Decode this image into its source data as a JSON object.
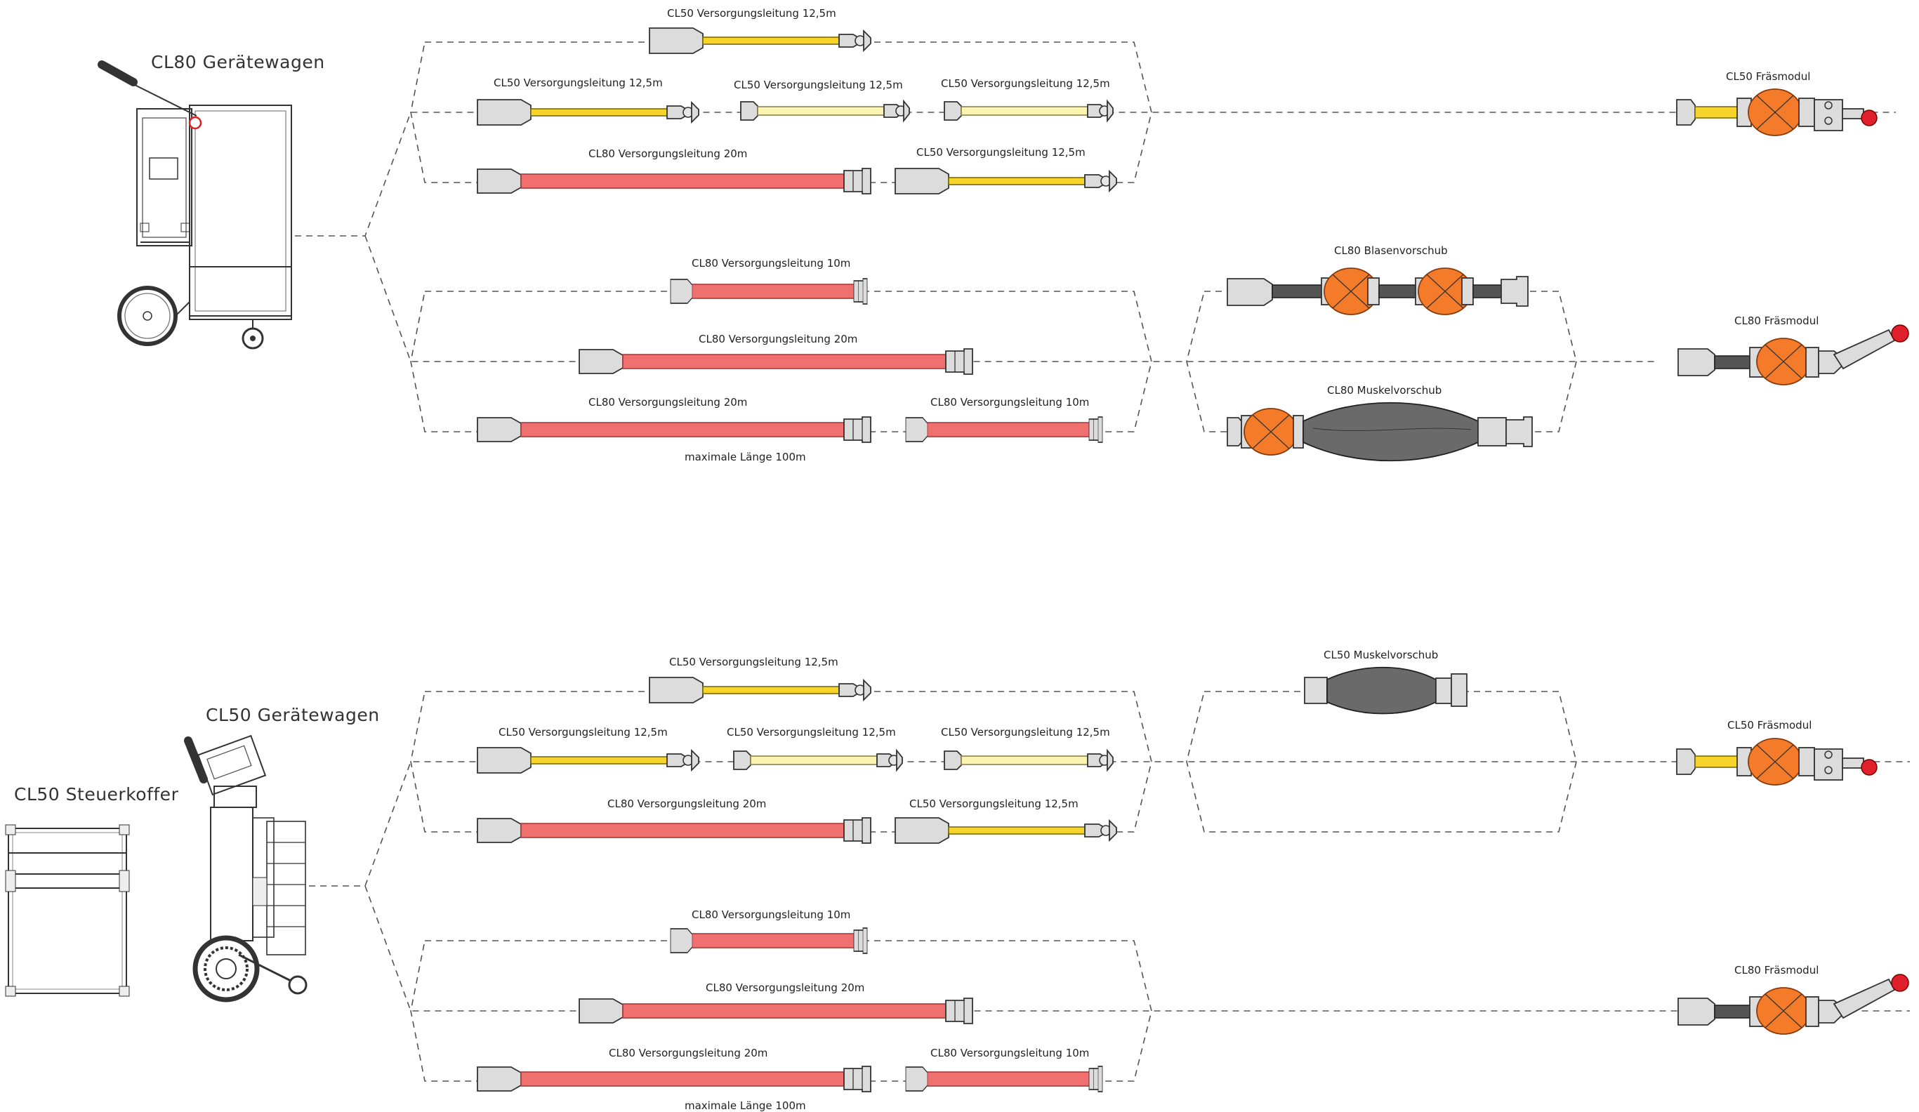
{
  "colors": {
    "red_hose": "#f07070",
    "yellow_hose": "#f7d42a",
    "light_yellow_hose": "#fbf3b0",
    "orange_module": "#f47b2a",
    "dark_body": "#555555"
  },
  "top": {
    "cart_title": "CL80 Gerätewagen",
    "hoses": {
      "cl50_a": "CL50 Versorgungsleitung 12,5m",
      "cl50_b": "CL50 Versorgungsleitung 12,5m",
      "cl50_c": "CL50 Versorgungsleitung 12,5m",
      "cl50_d": "CL50 Versorgungsleitung 12,5m",
      "cl80_20_a": "CL80 Versorgungsleitung 20m",
      "cl50_e": "CL50 Versorgungsleitung 12,5m",
      "cl80_10_a": "CL80 Versorgungsleitung 10m",
      "cl80_20_b": "CL80 Versorgungsleitung 20m",
      "cl80_20_c": "CL80 Versorgungsleitung 20m",
      "cl80_10_b": "CL80 Versorgungsleitung 10m"
    },
    "max_length": "maximale Länge 100m",
    "blasenvorschub": "CL80 Blasenvorschub",
    "muskelvorschub": "CL80 Muskelvorschub",
    "fraes_cl50": "CL50 Fräsmodul",
    "fraes_cl80": "CL80 Fräsmodul"
  },
  "bottom": {
    "cart_title": "CL50 Gerätewagen",
    "case_title": "CL50 Steuerkoffer",
    "hoses": {
      "cl50_a": "CL50 Versorgungsleitung 12,5m",
      "cl50_b": "CL50 Versorgungsleitung 12,5m",
      "cl50_c": "CL50 Versorgungsleitung 12,5m",
      "cl50_d": "CL50 Versorgungsleitung 12,5m",
      "cl80_20_a": "CL80 Versorgungsleitung 20m",
      "cl50_e": "CL50 Versorgungsleitung 12,5m",
      "cl80_10_a": "CL80 Versorgungsleitung 10m",
      "cl80_20_b": "CL80 Versorgungsleitung 20m",
      "cl80_20_c": "CL80 Versorgungsleitung 20m",
      "cl80_10_b": "CL80 Versorgungsleitung 10m"
    },
    "max_length": "maximale Länge 100m",
    "muskelvorschub": "CL50 Muskelvorschub",
    "fraes_cl50": "CL50 Fräsmodul",
    "fraes_cl80": "CL80 Fräsmodul"
  }
}
